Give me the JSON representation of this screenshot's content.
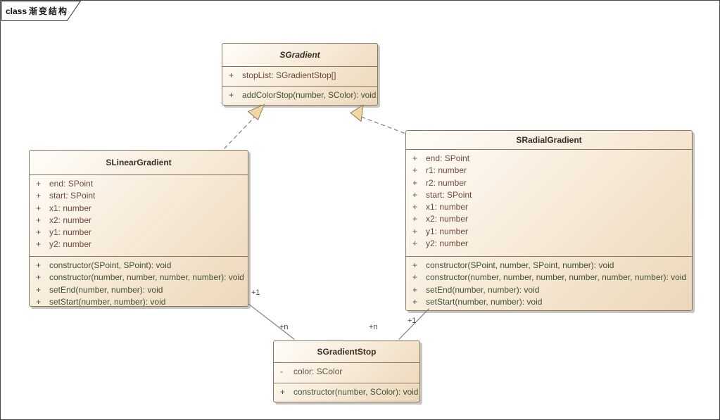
{
  "frame": {
    "keyword": "class",
    "title": "渐变结构"
  },
  "classes": [
    {
      "name": "SGradient",
      "abstract": true,
      "attributes": [
        {
          "vis": "+",
          "text": "stopList: SGradientStop[]"
        }
      ],
      "methods": [
        {
          "vis": "+",
          "text": "addColorStop(number, SColor): void"
        }
      ]
    },
    {
      "name": "SLinearGradient",
      "abstract": false,
      "attributes": [
        {
          "vis": "+",
          "text": "end: SPoint"
        },
        {
          "vis": "+",
          "text": "start: SPoint"
        },
        {
          "vis": "+",
          "text": "x1: number"
        },
        {
          "vis": "+",
          "text": "x2: number"
        },
        {
          "vis": "+",
          "text": "y1: number"
        },
        {
          "vis": "+",
          "text": "y2: number"
        }
      ],
      "methods": [
        {
          "vis": "+",
          "text": "constructor(SPoint, SPoint): void"
        },
        {
          "vis": "+",
          "text": "constructor(number, number, number, number): void"
        },
        {
          "vis": "+",
          "text": "setEnd(number, number): void"
        },
        {
          "vis": "+",
          "text": "setStart(number, number): void"
        }
      ]
    },
    {
      "name": "SRadialGradient",
      "abstract": false,
      "attributes": [
        {
          "vis": "+",
          "text": "end: SPoint"
        },
        {
          "vis": "+",
          "text": "r1: number"
        },
        {
          "vis": "+",
          "text": "r2: number"
        },
        {
          "vis": "+",
          "text": "start: SPoint"
        },
        {
          "vis": "+",
          "text": "x1: number"
        },
        {
          "vis": "+",
          "text": "x2: number"
        },
        {
          "vis": "+",
          "text": "y1: number"
        },
        {
          "vis": "+",
          "text": "y2: number"
        }
      ],
      "methods": [
        {
          "vis": "+",
          "text": "constructor(SPoint, number, SPoint, number): void"
        },
        {
          "vis": "+",
          "text": "constructor(number, number, number, number, number, number): void"
        },
        {
          "vis": "+",
          "text": "setEnd(number, number): void"
        },
        {
          "vis": "+",
          "text": "setStart(number, number): void"
        }
      ]
    },
    {
      "name": "SGradientStop",
      "abstract": false,
      "attributes": [
        {
          "vis": "-",
          "text": "color: SColor"
        }
      ],
      "methods": [
        {
          "vis": "+",
          "text": "constructor(number, SColor): void"
        }
      ]
    }
  ],
  "connectors": {
    "generalizations": [
      {
        "from": "SLinearGradient",
        "to": "SGradient"
      },
      {
        "from": "SRadialGradient",
        "to": "SGradient"
      }
    ],
    "associations": [
      {
        "from": "SLinearGradient",
        "to": "SGradientStop",
        "from_label": "+1",
        "to_label": "+n"
      },
      {
        "from": "SRadialGradient",
        "to": "SGradientStop",
        "from_label": "+1",
        "to_label": "+n"
      }
    ]
  },
  "colors": {
    "box_border": "#887763",
    "box_fill_light": "#fffdf9",
    "box_fill_dark": "#ecd7ba",
    "attribute_text": "#6f4a3a",
    "method_text": "#3f5138",
    "title_text": "#3a2e24",
    "connector_line": "#7e7e7e",
    "triangle_fill": "#f3d6a4",
    "triangle_stroke": "#8d7b5e"
  }
}
